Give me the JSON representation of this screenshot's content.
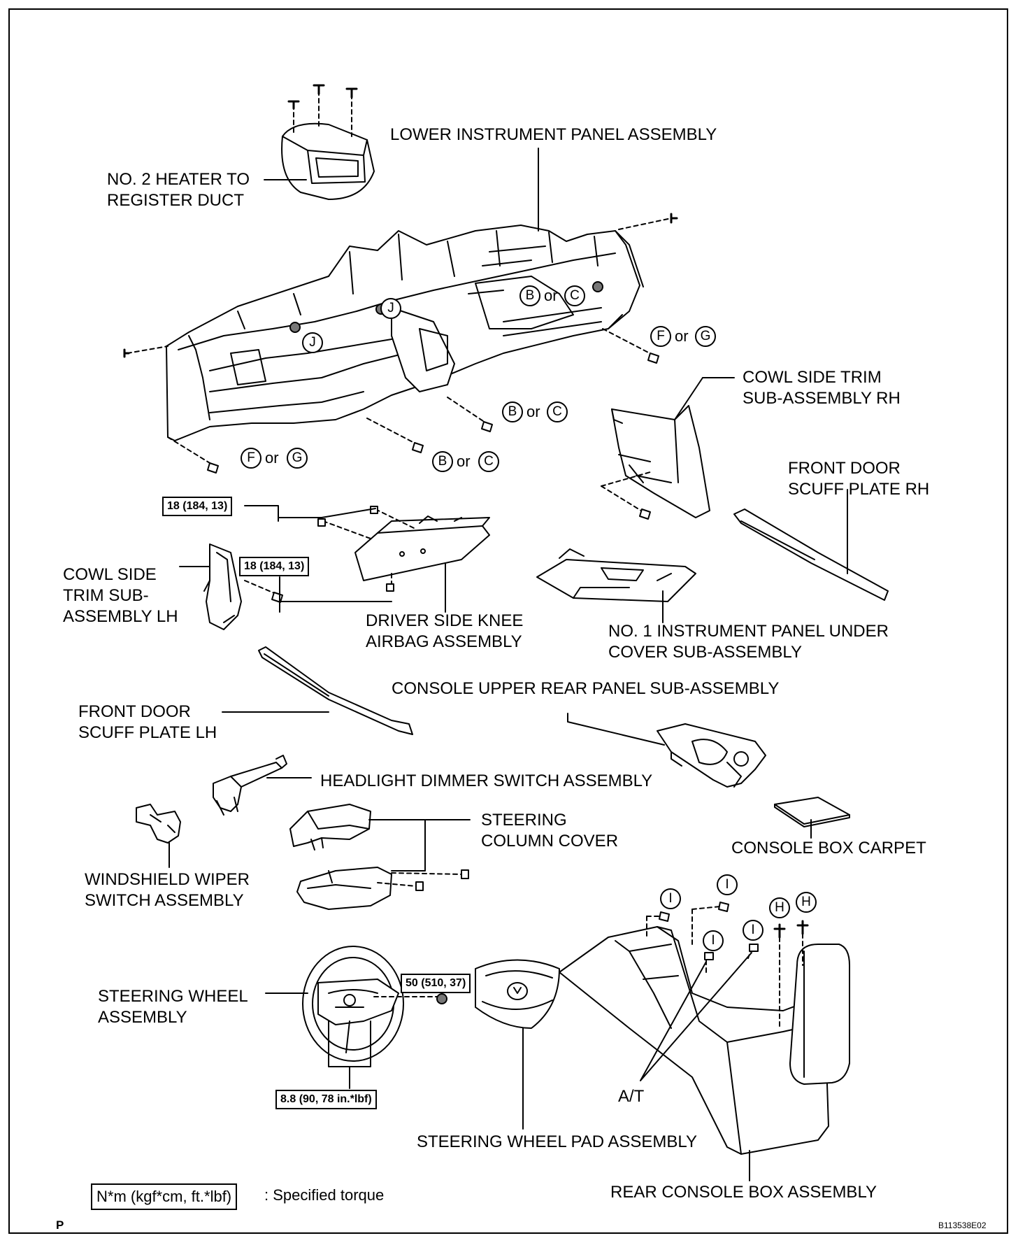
{
  "labels": {
    "lower_instrument_panel": "LOWER INSTRUMENT PANEL ASSEMBLY",
    "heater_duct_1": "NO. 2 HEATER TO",
    "heater_duct_2": "REGISTER DUCT",
    "cowl_rh_1": "COWL SIDE TRIM",
    "cowl_rh_2": "SUB-ASSEMBLY RH",
    "scuff_rh_1": "FRONT DOOR",
    "scuff_rh_2": "SCUFF PLATE RH",
    "cowl_lh_1": "COWL SIDE",
    "cowl_lh_2": "TRIM SUB-",
    "cowl_lh_3": "ASSEMBLY LH",
    "knee_airbag_1": "DRIVER SIDE KNEE",
    "knee_airbag_2": "AIRBAG ASSEMBLY",
    "under_cover_1": "NO. 1 INSTRUMENT PANEL UNDER",
    "under_cover_2": "COVER SUB-ASSEMBLY",
    "console_upper_rear": "CONSOLE UPPER REAR PANEL SUB-ASSEMBLY",
    "scuff_lh_1": "FRONT DOOR",
    "scuff_lh_2": "SCUFF PLATE LH",
    "headlight_switch": "HEADLIGHT DIMMER SWITCH ASSEMBLY",
    "steering_cover_1": "STEERING",
    "steering_cover_2": "COLUMN COVER",
    "console_carpet": "CONSOLE BOX CARPET",
    "wiper_switch_1": "WINDSHIELD WIPER",
    "wiper_switch_2": "SWITCH ASSEMBLY",
    "steering_wheel_1": "STEERING WHEEL",
    "steering_wheel_2": "ASSEMBLY",
    "at": "A/T",
    "wheel_pad": "STEERING WHEEL PAD ASSEMBLY",
    "rear_console": "REAR CONSOLE BOX ASSEMBLY"
  },
  "torques": {
    "knee_top": "18 (184, 13)",
    "knee_bottom": "18 (184, 13)",
    "wheel_nut": "50 (510, 37)",
    "wheel_screws": "8.8 (90, 78 in.*lbf)"
  },
  "markers": {
    "or": "or",
    "B": "B",
    "C": "C",
    "F": "F",
    "G": "G",
    "J": "J",
    "I": "I",
    "H": "H"
  },
  "legend": {
    "box": "N*m (kgf*cm, ft.*lbf)",
    "text": ": Specified torque"
  },
  "footer": {
    "left": "P",
    "code": "B113538E02"
  }
}
